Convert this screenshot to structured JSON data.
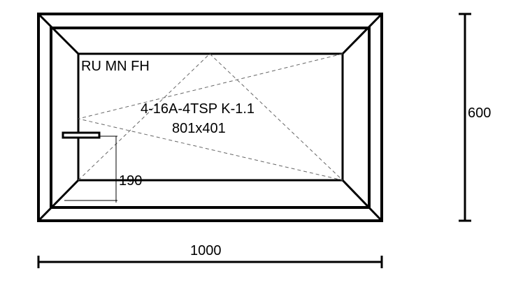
{
  "window": {
    "profile_code": "RU MN FH",
    "glass_formula": "4-16A-4TSP K-1.1",
    "glass_size": "801x401",
    "handle_height": "190"
  },
  "dimensions": {
    "width": "1000",
    "height": "600"
  }
}
